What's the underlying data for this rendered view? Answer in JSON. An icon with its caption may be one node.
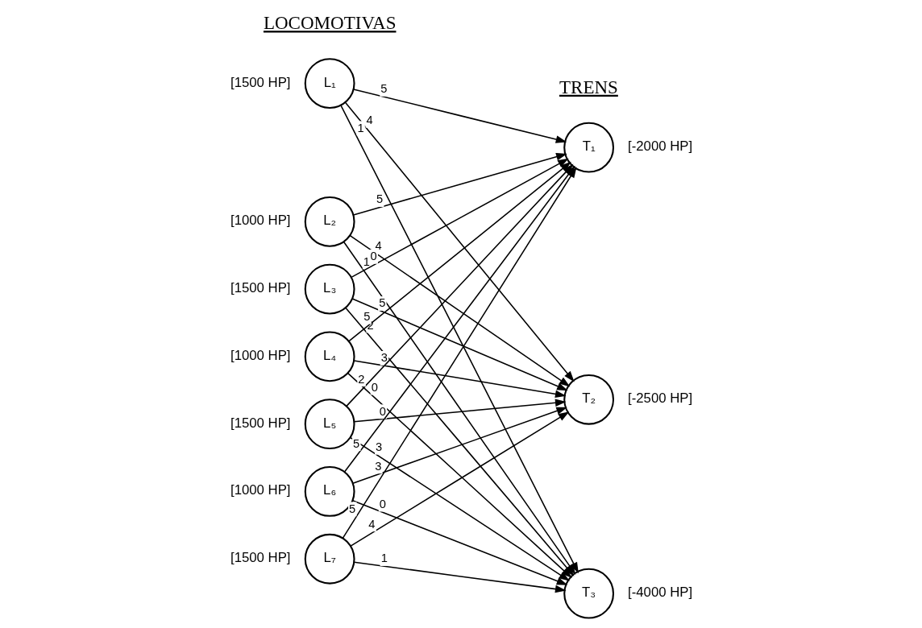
{
  "diagram": {
    "nodes": [
      {
        "text": [
          "L₁"
        ],
        "beside": [
          "[1500 HP]"
        ]
      },
      {
        "text": [
          "L₂"
        ],
        "beside": [
          "[1000 HP]"
        ]
      },
      {
        "text": [
          "L₃"
        ],
        "beside": [
          "[1500 HP]"
        ]
      },
      {
        "text": [
          "L₄"
        ],
        "beside": [
          "[1000 HP]"
        ]
      },
      {
        "text": [
          "L₅"
        ],
        "beside": [
          "[1500 HP]"
        ]
      },
      {
        "text": [
          "L₆"
        ],
        "beside": [
          "[1000 HP]"
        ]
      },
      {
        "text": [
          "L₇"
        ],
        "beside": [
          "[1500 HP]"
        ]
      },
      {
        "text": [
          "T₁"
        ],
        "beside": [
          "[-2000 HP]"
        ]
      },
      {
        "text": [
          "T₂"
        ],
        "beside": [
          "[-2500 HP]"
        ]
      },
      {
        "text": [
          "T₃"
        ],
        "beside": [
          "[-4000 HP]"
        ]
      }
    ],
    "edges": [
      {
        "from": 0,
        "to": 7,
        "arrow": "to",
        "label": "5"
      },
      {
        "from": 0,
        "to": 8,
        "arrow": "to",
        "label": "4"
      },
      {
        "from": 0,
        "to": 9,
        "arrow": "to",
        "label": "1"
      },
      {
        "from": 1,
        "to": 7,
        "arrow": "to",
        "label": "5"
      },
      {
        "from": 1,
        "to": 8,
        "arrow": "to",
        "label": "4"
      },
      {
        "from": 1,
        "to": 9,
        "arrow": "to",
        "label": "1"
      },
      {
        "from": 2,
        "to": 7,
        "arrow": "to",
        "label": "0"
      },
      {
        "from": 2,
        "to": 8,
        "arrow": "to",
        "label": "5"
      },
      {
        "from": 2,
        "to": 9,
        "arrow": "to",
        "label": "2"
      },
      {
        "from": 3,
        "to": 7,
        "arrow": "to",
        "label": "5"
      },
      {
        "from": 3,
        "to": 8,
        "arrow": "to",
        "label": "3"
      },
      {
        "from": 3,
        "to": 9,
        "arrow": "to",
        "label": "0"
      },
      {
        "from": 4,
        "to": 7,
        "arrow": "to",
        "label": "2"
      },
      {
        "from": 4,
        "to": 8,
        "arrow": "to",
        "label": "0"
      },
      {
        "from": 4,
        "to": 9,
        "arrow": "to",
        "label": "3"
      },
      {
        "from": 5,
        "to": 7,
        "arrow": "to",
        "label": "5"
      },
      {
        "from": 5,
        "to": 8,
        "arrow": "to",
        "label": "3"
      },
      {
        "from": 5,
        "to": 9,
        "arrow": "to",
        "label": "0"
      },
      {
        "from": 6,
        "to": 7,
        "arrow": "to",
        "label": "5"
      },
      {
        "from": 6,
        "to": 8,
        "arrow": "to",
        "label": "4"
      },
      {
        "from": 6,
        "to": 9,
        "arrow": "to",
        "label": "1"
      }
    ],
    "labels": [
      "LOCOMOTIVAS",
      "TRENS"
    ]
  }
}
